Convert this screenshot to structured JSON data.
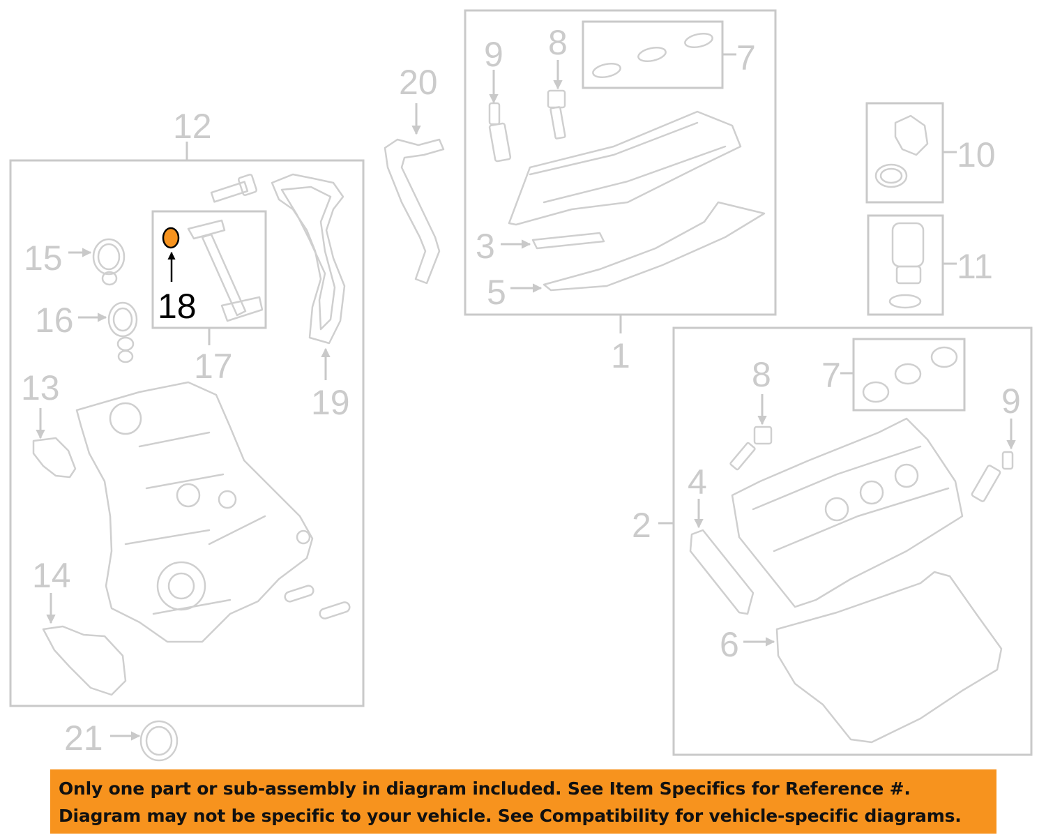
{
  "callouts": {
    "c1": "1",
    "c2": "2",
    "c3": "3",
    "c4": "4",
    "c5": "5",
    "c6": "6",
    "c7a": "7",
    "c7b": "7",
    "c8a": "8",
    "c8b": "8",
    "c9a": "9",
    "c9b": "9",
    "c10": "10",
    "c11": "11",
    "c12": "12",
    "c13": "13",
    "c14": "14",
    "c15": "15",
    "c16": "16",
    "c17": "17",
    "c18": "18",
    "c19": "19",
    "c20": "20",
    "c21": "21"
  },
  "highlight": {
    "part": "18",
    "color": "#f7931e"
  },
  "colors": {
    "linework": "#c9c9c9",
    "banner": "#f7931e",
    "banner_text": "#111111"
  },
  "banner": {
    "line1": "Only one part or sub-assembly in diagram included. See Item Specifics for Reference #.",
    "line2": "Diagram may not be specific to your vehicle. See Compatibility for vehicle-specific diagrams."
  }
}
